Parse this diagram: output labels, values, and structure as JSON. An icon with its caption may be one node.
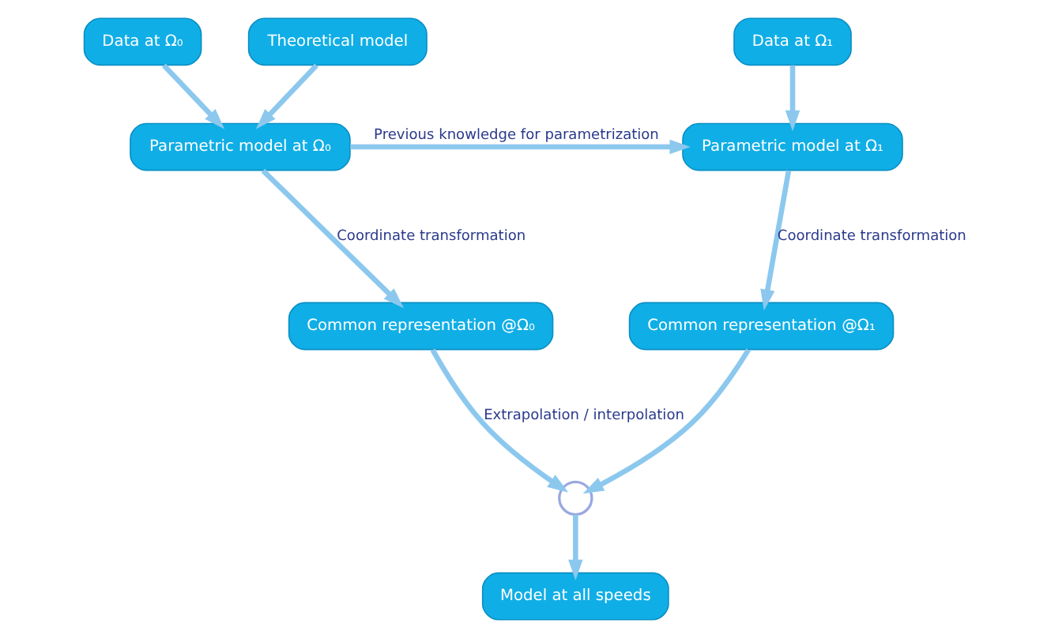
{
  "diagram": {
    "nodes": [
      {
        "text": [
          "Data at Ω₀"
        ]
      },
      {
        "text": [
          "Theoretical model"
        ]
      },
      {
        "text": [
          "Parametric model at Ω₀"
        ]
      },
      {
        "text": [
          "Common representation @Ω₀"
        ]
      },
      {
        "text": [
          "Data at Ω₁"
        ]
      },
      {
        "text": [
          "Parametric model at Ω₁"
        ]
      },
      {
        "text": [
          "Common representation @Ω₁"
        ]
      },
      {
        "text": [],
        "shape": "circle"
      },
      {
        "text": [
          "Model at all speeds"
        ]
      }
    ],
    "edges": [
      {
        "from": 0,
        "to": 2,
        "arrow": "to"
      },
      {
        "from": 1,
        "to": 2,
        "arrow": "to"
      },
      {
        "from": 2,
        "to": 3,
        "arrow": "to",
        "label": "Coordinate transformation"
      },
      {
        "from": 2,
        "to": 5,
        "arrow": "to",
        "label": "Previous knowledge for parametrization"
      },
      {
        "from": 4,
        "to": 5,
        "arrow": "to"
      },
      {
        "from": 5,
        "to": 6,
        "arrow": "to",
        "label": "Coordinate transformation"
      },
      {
        "from": 3,
        "to": 7,
        "arrow": "to",
        "label": "Extrapolation / interpolation"
      },
      {
        "from": 6,
        "to": 7,
        "arrow": "to"
      },
      {
        "from": 7,
        "to": 8,
        "arrow": "to"
      }
    ]
  }
}
